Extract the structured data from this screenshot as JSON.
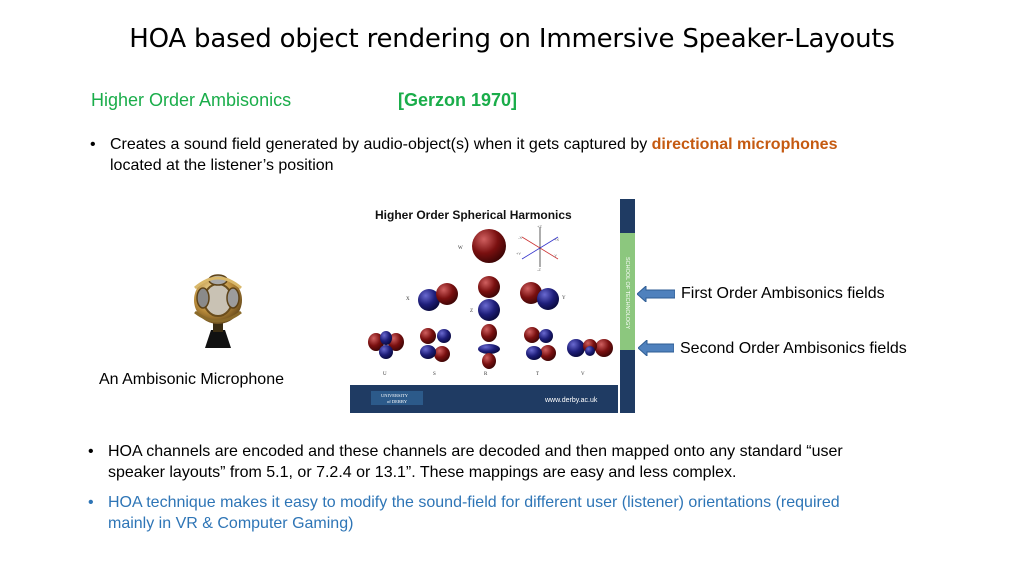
{
  "slide": {
    "title": "HOA based object rendering  on Immersive Speaker-Layouts",
    "subhead": "Higher Order Ambisonics",
    "citation": "[Gerzon 1970]",
    "bullets": {
      "b1_text": "Creates a sound field generated by audio-object(s) when it gets captured by ",
      "b1_highlight": "directional microphones",
      "b1_text2": "located at the listener’s position",
      "b2_line1": "HOA channels are encoded and these channels are decoded and then mapped onto any standard “user",
      "b2_line2": "speaker layouts” from 5.1, or 7.2.4 or 13.1”.  These mappings are easy and less complex.",
      "b3_line1": "HOA technique  makes it easy to modify the sound-field for different user (listener) orientations (required",
      "b3_line2": "mainly in VR & Computer Gaming)",
      "bullet_char": "•"
    },
    "mic_label": "An Ambisonic Microphone",
    "first_order_label": "First Order Ambisonics fields",
    "second_order_label": "Second Order Ambisonics fields"
  },
  "figure": {
    "title": "Higher Order Spherical Harmonics",
    "labels": {
      "w": "W",
      "x": "X",
      "y": "Y",
      "z": "Z",
      "u": "U",
      "s": "S",
      "r": "R",
      "t": "T",
      "v": "V"
    },
    "side_text": "SCHOOL OF TECHNOLOGY",
    "logo_text_1": "UNIVERSITY",
    "logo_text_2": "of DERBY",
    "url": "www.derby.ac.uk",
    "axis_labels": {
      "p": "+X",
      "m": "-X",
      "yp": "+Y",
      "ym": "-Y",
      "zp": "+Z",
      "zm": "-Z"
    }
  },
  "colors": {
    "green": "#1aad4a",
    "orange": "#c55a11",
    "blue_text": "#2e75b6",
    "arrow": "#4f81bd",
    "lobe_red": "#7a1010",
    "lobe_blue": "#1e1e7a",
    "navy_bar": "#1f3b63",
    "green_bar": "#8cc77e"
  },
  "icons": [
    "arrow-left-icon",
    "ambisonic-microphone-icon"
  ]
}
